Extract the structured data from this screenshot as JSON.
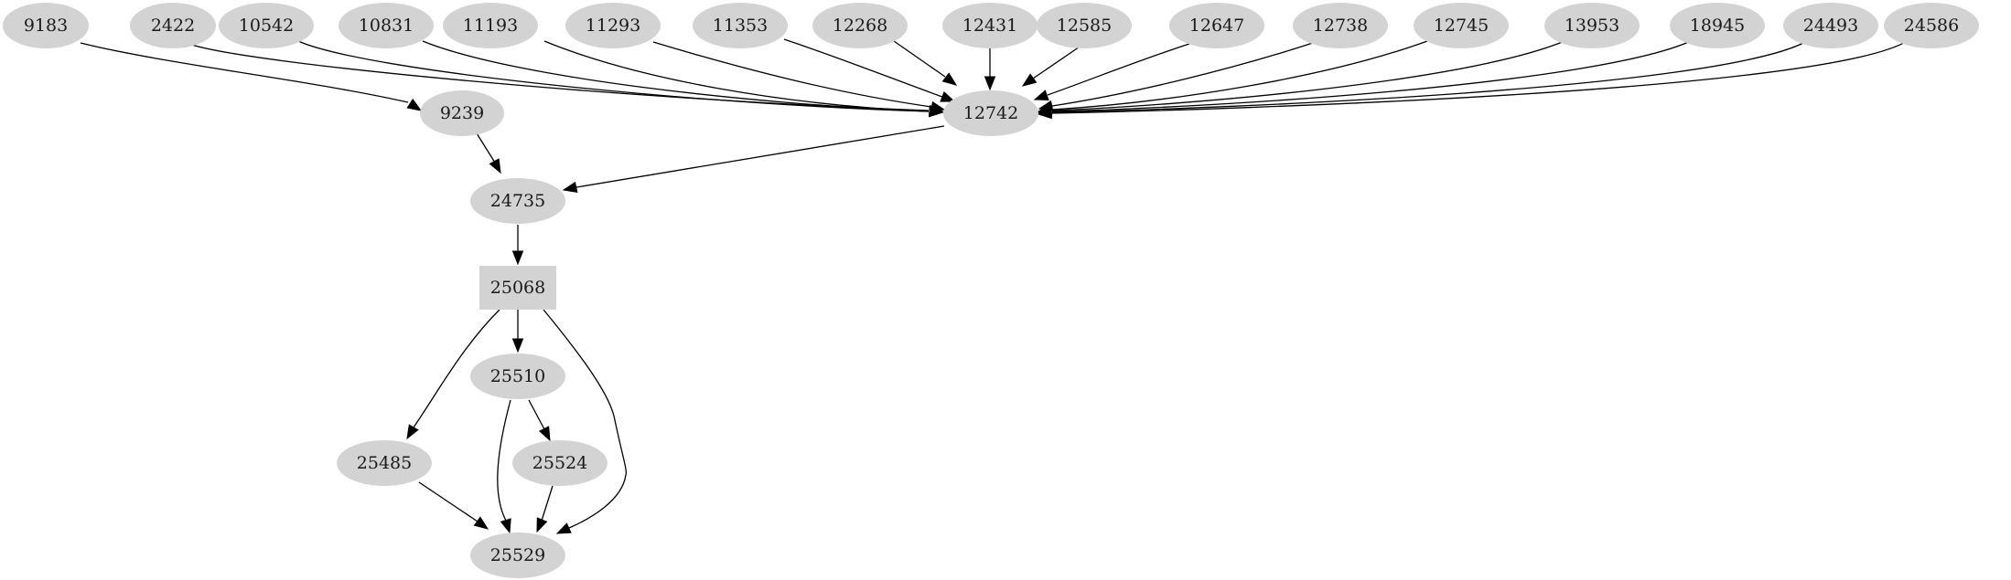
{
  "graph": {
    "nodes": [
      {
        "id": "9183",
        "label": "9183",
        "shape": "ellipse"
      },
      {
        "id": "2422",
        "label": "2422",
        "shape": "ellipse"
      },
      {
        "id": "10542",
        "label": "10542",
        "shape": "ellipse"
      },
      {
        "id": "10831",
        "label": "10831",
        "shape": "ellipse"
      },
      {
        "id": "11193",
        "label": "11193",
        "shape": "ellipse"
      },
      {
        "id": "11293",
        "label": "11293",
        "shape": "ellipse"
      },
      {
        "id": "11353",
        "label": "11353",
        "shape": "ellipse"
      },
      {
        "id": "12268",
        "label": "12268",
        "shape": "ellipse"
      },
      {
        "id": "12431",
        "label": "12431",
        "shape": "ellipse"
      },
      {
        "id": "12585",
        "label": "12585",
        "shape": "ellipse"
      },
      {
        "id": "12647",
        "label": "12647",
        "shape": "ellipse"
      },
      {
        "id": "12738",
        "label": "12738",
        "shape": "ellipse"
      },
      {
        "id": "12745",
        "label": "12745",
        "shape": "ellipse"
      },
      {
        "id": "13953",
        "label": "13953",
        "shape": "ellipse"
      },
      {
        "id": "18945",
        "label": "18945",
        "shape": "ellipse"
      },
      {
        "id": "24493",
        "label": "24493",
        "shape": "ellipse"
      },
      {
        "id": "24586",
        "label": "24586",
        "shape": "ellipse"
      },
      {
        "id": "9239",
        "label": "9239",
        "shape": "ellipse"
      },
      {
        "id": "12742",
        "label": "12742",
        "shape": "ellipse"
      },
      {
        "id": "24735",
        "label": "24735",
        "shape": "ellipse"
      },
      {
        "id": "25068",
        "label": "25068",
        "shape": "box"
      },
      {
        "id": "25510",
        "label": "25510",
        "shape": "ellipse"
      },
      {
        "id": "25485",
        "label": "25485",
        "shape": "ellipse"
      },
      {
        "id": "25524",
        "label": "25524",
        "shape": "ellipse"
      },
      {
        "id": "25529",
        "label": "25529",
        "shape": "ellipse"
      }
    ],
    "edges": [
      {
        "from": "9183",
        "to": "9239"
      },
      {
        "from": "2422",
        "to": "12742"
      },
      {
        "from": "10542",
        "to": "12742"
      },
      {
        "from": "10831",
        "to": "12742"
      },
      {
        "from": "11193",
        "to": "12742"
      },
      {
        "from": "11293",
        "to": "12742"
      },
      {
        "from": "11353",
        "to": "12742"
      },
      {
        "from": "12268",
        "to": "12742"
      },
      {
        "from": "12431",
        "to": "12742"
      },
      {
        "from": "12585",
        "to": "12742"
      },
      {
        "from": "12647",
        "to": "12742"
      },
      {
        "from": "12738",
        "to": "12742"
      },
      {
        "from": "12745",
        "to": "12742"
      },
      {
        "from": "13953",
        "to": "12742"
      },
      {
        "from": "18945",
        "to": "12742"
      },
      {
        "from": "24493",
        "to": "12742"
      },
      {
        "from": "24586",
        "to": "12742"
      },
      {
        "from": "9239",
        "to": "24735"
      },
      {
        "from": "12742",
        "to": "24735"
      },
      {
        "from": "24735",
        "to": "25068"
      },
      {
        "from": "25068",
        "to": "25510"
      },
      {
        "from": "25068",
        "to": "25485"
      },
      {
        "from": "25068",
        "to": "25529"
      },
      {
        "from": "25510",
        "to": "25524"
      },
      {
        "from": "25510",
        "to": "25529"
      },
      {
        "from": "25485",
        "to": "25529"
      },
      {
        "from": "25524",
        "to": "25529"
      }
    ]
  },
  "colors": {
    "node_fill": "#d3d3d3",
    "edge": "#000000",
    "label": "#1a1a1a",
    "background": "#ffffff"
  }
}
